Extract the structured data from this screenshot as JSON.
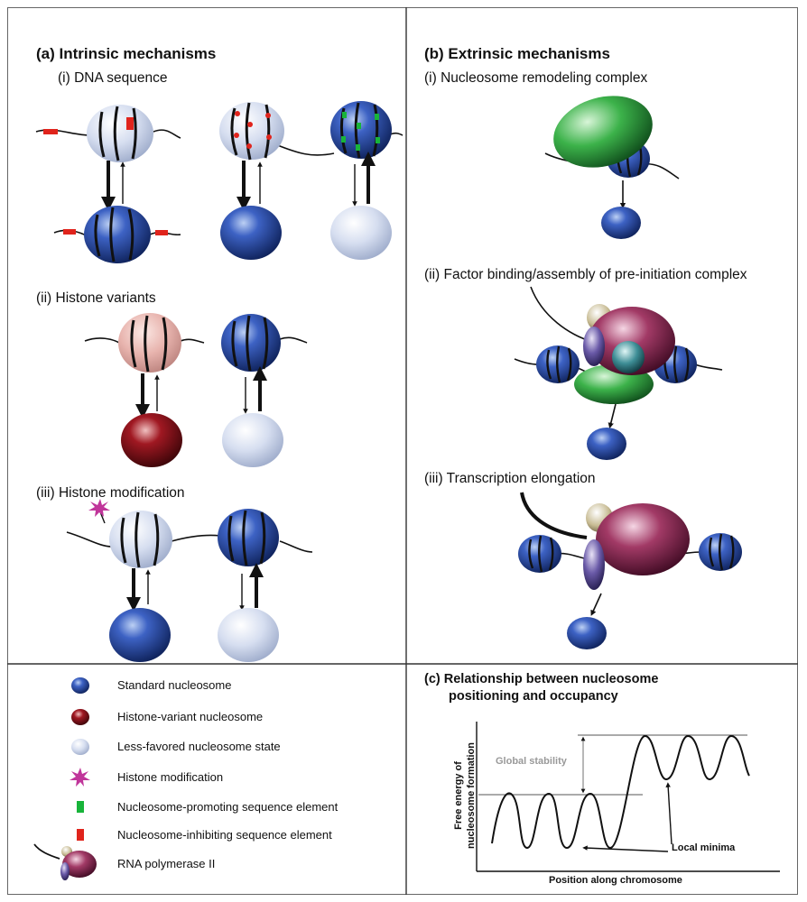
{
  "panel_a": {
    "title": "(a) Intrinsic mechanisms",
    "sub_i": "(i) DNA sequence",
    "sub_ii": "(ii) Histone variants",
    "sub_iii": "(iii) Histone modification"
  },
  "panel_b": {
    "title": "(b) Extrinsic mechanisms",
    "sub_i": "(i) Nucleosome remodeling complex",
    "sub_ii": "(ii) Factor binding/assembly of pre-initiation complex",
    "sub_iii": "(iii) Transcription elongation"
  },
  "legend": {
    "items": [
      {
        "label": "Standard nucleosome",
        "icon": "standard-nucleosome-icon"
      },
      {
        "label": "Histone-variant nucleosome",
        "icon": "variant-nucleosome-icon"
      },
      {
        "label": "Less-favored nucleosome state",
        "icon": "less-favored-nucleosome-icon"
      },
      {
        "label": "Histone modification",
        "icon": "modification-star-icon"
      },
      {
        "label": "Nucleosome-promoting sequence element",
        "icon": "green-square-icon"
      },
      {
        "label": "Nucleosome-inhibiting sequence element",
        "icon": "red-square-icon"
      },
      {
        "label": "RNA polymerase II",
        "icon": "rna-polymerase-icon"
      }
    ]
  },
  "panel_c": {
    "title_line1": "(c) Relationship between nucleosome",
    "title_line2": "positioning and occupancy",
    "ylabel_line1": "Free energy of",
    "ylabel_line2": "nucleosome formation",
    "xlabel": "Position along chromosome",
    "global_stability": "Global stability",
    "local_minima": "Local minima"
  },
  "colors": {
    "standard": "#2a4fa8",
    "variant": "#7a0f18",
    "less_favored": "#c9d3ea",
    "modification": "#c0359a",
    "promoting": "#18b43a",
    "inhibiting": "#e0241c",
    "polymerase": "#8a1f4a"
  }
}
